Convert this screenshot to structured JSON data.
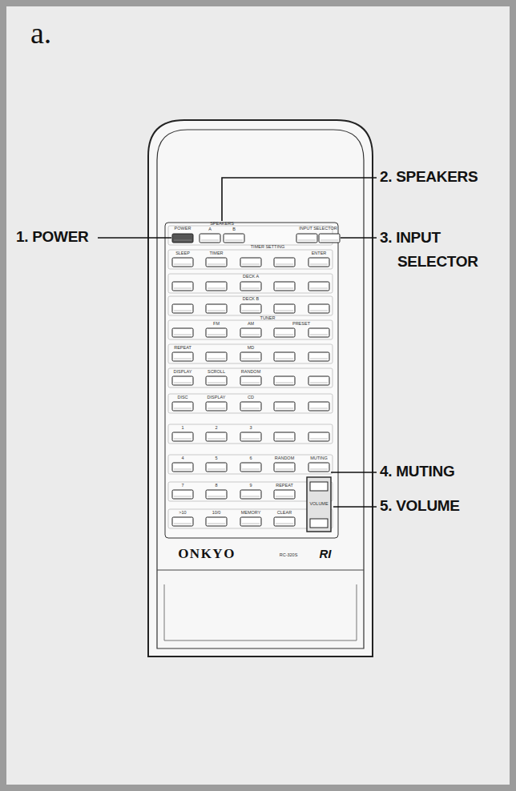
{
  "diagram": {
    "labels": [
      "a.",
      "1. POWER",
      "2. SPEAKERS",
      "3. INPUT SELECTOR",
      "4. MUTING",
      "5. VOLUME",
      "ONKYO",
      "RC-320S",
      "RI",
      "POWER",
      "SPEAKERS",
      "A",
      "B",
      "INPUT SELECTOR",
      "SLEEP",
      "TIMER",
      "TIMER SETTING",
      "ENTER",
      "DECK A",
      "DECK B",
      "TUNER",
      "FM",
      "AM",
      "PRESET",
      "REPEAT",
      "MD",
      "DISPLAY",
      "SCROLL",
      "RANDOM",
      "DISC",
      "DISPLAY",
      "CD",
      "1",
      "2",
      "3",
      "4",
      "5",
      "6",
      "RANDOM",
      "MUTING",
      "7",
      "8",
      "9",
      "REPEAT",
      ">10",
      "10/0",
      "MEMORY",
      "CLEAR",
      "VOLUME"
    ]
  }
}
